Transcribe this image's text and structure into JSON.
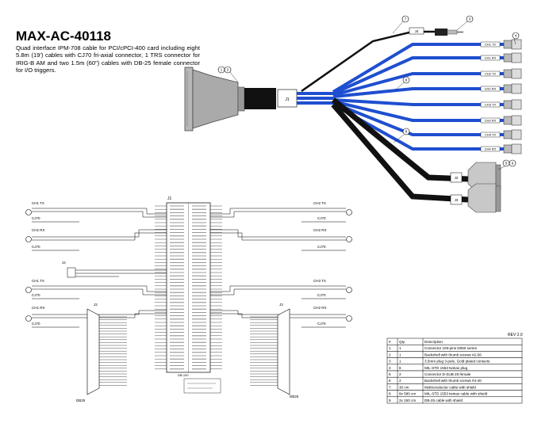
{
  "header": {
    "title": "MAX-AC-40118",
    "description": "Quad interface IPM-708 cable for PCI/cPCI-400 card including eight 5.8m (19') cables with CJ70 fri-axial connector, 1 TRS connector for IRIG-B AM and two 1.5m (60\") cables with DB-25 female connector for I/O triggers."
  },
  "cable_drawing": {
    "balloons": [
      "1",
      "2",
      "3",
      "4",
      "5",
      "6",
      "7",
      "8"
    ],
    "tags": [
      "J4",
      "J1",
      "J2",
      "J3"
    ],
    "branch_tags": [
      "CH1 TX",
      "CH1 RX",
      "CH2 TX",
      "CH2 RX",
      "CH3 TX",
      "CH3 RX",
      "CH4 TX",
      "CH4 RX"
    ]
  },
  "schematic": {
    "j1_label": "J1",
    "j1_part": "DB-100",
    "j4_label": "J4",
    "j2_label": "J2",
    "j3_label": "J3",
    "db25_left": "DB25",
    "db25_right": "DB25",
    "cj70": "CJ70",
    "left_channels": [
      "CH1 TX",
      "CH2 RX",
      "CH1 TX",
      "CH1 RX"
    ],
    "right_channels": [
      "CH2 TX",
      "CH2 RX",
      "CH3 TX",
      "CH2 RX"
    ]
  },
  "bom": {
    "rev": "REV 2.0",
    "headers": [
      "#",
      "Qty",
      "Description"
    ],
    "rows": [
      [
        "1",
        "1",
        "Connector 100-pins D050 series"
      ],
      [
        "2",
        "1",
        "Backshell with thumb screws #2-56"
      ],
      [
        "3",
        "1",
        "3.5mm plug 3-pole, Gold plated contacts"
      ],
      [
        "4",
        "8",
        "MIL-STD 1553 twinax plug"
      ],
      [
        "5",
        "2",
        "Connector D-SUB 25 female"
      ],
      [
        "6",
        "2",
        "Backshell with thumb screws #4-40"
      ],
      [
        "7",
        "30 cm",
        "Multiconductor cable with shield"
      ],
      [
        "8",
        "8x 580 cm",
        "MIL-STD 1553 twinax cable with shield"
      ],
      [
        "9",
        "2x 150 cm",
        "DB-25 cable with shield"
      ]
    ]
  }
}
